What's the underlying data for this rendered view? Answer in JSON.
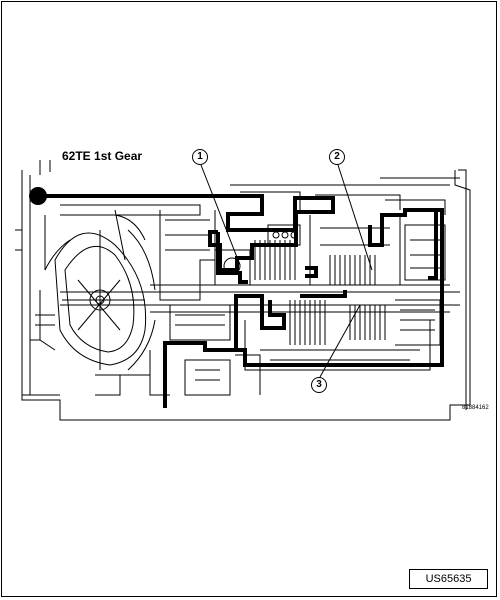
{
  "diagram": {
    "title": "62TE 1st Gear",
    "art_code": "81884162",
    "callouts": [
      "1",
      "2",
      "3"
    ],
    "figure_id": "US65635"
  }
}
